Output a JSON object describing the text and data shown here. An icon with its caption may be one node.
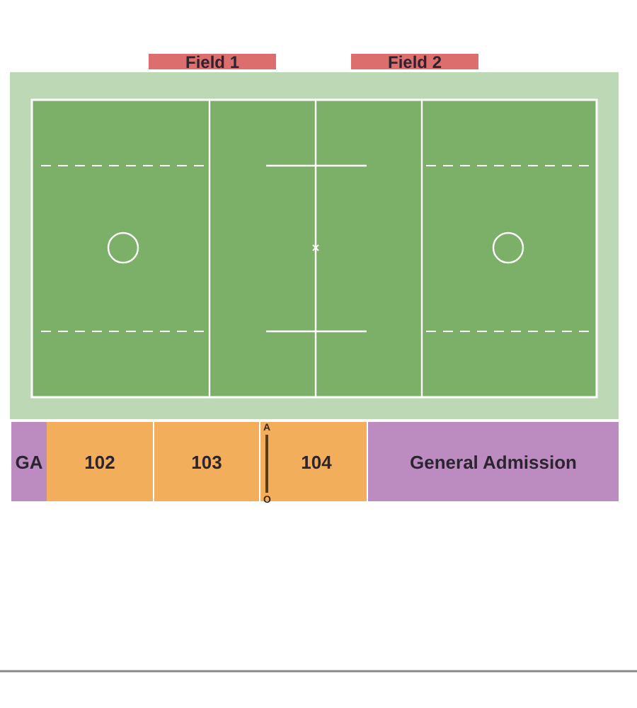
{
  "diagram": {
    "nodes": [
      {
        "text": [
          "Field 1"
        ]
      },
      {
        "text": [
          "Field 2"
        ]
      },
      {
        "text": [
          "GA"
        ]
      },
      {
        "text": [
          "102"
        ]
      },
      {
        "text": [
          "103"
        ]
      },
      {
        "text": [
          "104"
        ]
      },
      {
        "text": [
          "General Admission"
        ]
      }
    ],
    "labels": [
      "A",
      "O"
    ]
  }
}
